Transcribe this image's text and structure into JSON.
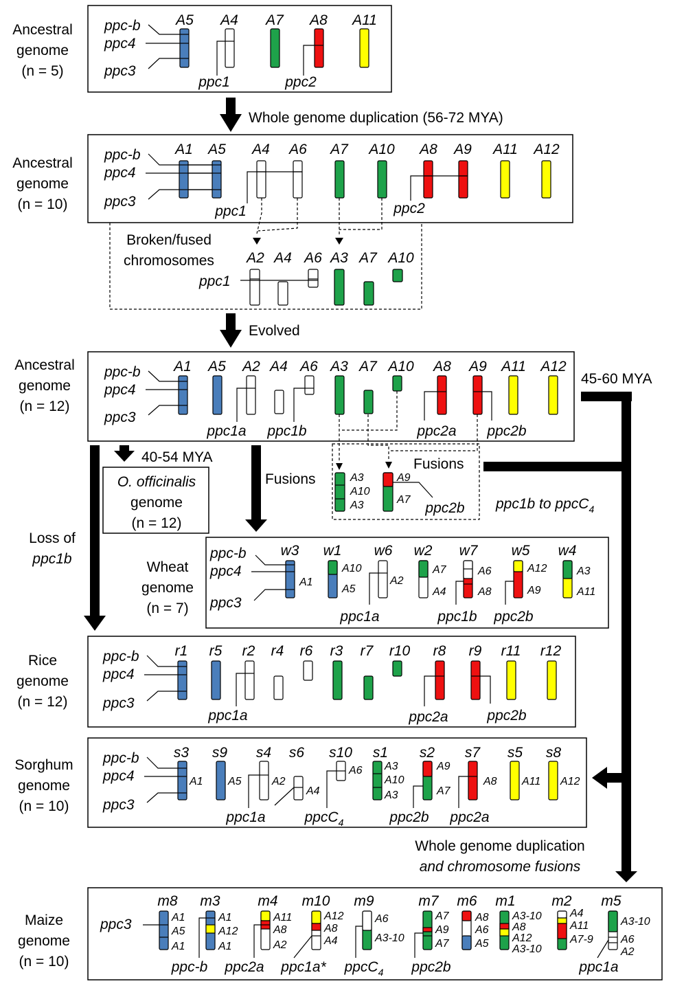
{
  "colors": {
    "blue": "#4a7ebb",
    "green": "#1ea24a",
    "red": "#ee1111",
    "yellow": "#ffff00",
    "white": "#ffffff"
  },
  "labels": {
    "stage1": [
      "Ancestral",
      "genome",
      "(n = 5)"
    ],
    "stage2": [
      "Ancestral",
      "genome",
      "(n = 10)"
    ],
    "stage3": [
      "Ancestral",
      "genome",
      "(n = 12)"
    ],
    "wgd1": "Whole genome duplication (56-72 MYA)",
    "broken": [
      "Broken/fused",
      "chromosomes"
    ],
    "evolved": "Evolved",
    "mya4560": "45-60 MYA",
    "mya4054": "40-54 MYA",
    "oofficinalis": [
      "O. officinalis",
      "genome",
      "(n = 12)"
    ],
    "fusions_left": "Fusions",
    "fusions_right": "Fusions",
    "ppc1b_to": "ppc1b to ppcC",
    "ppc1b_to_sub": "4",
    "loss": [
      "Loss of",
      "ppc1b"
    ],
    "wheat": [
      "Wheat",
      "genome",
      "(n = 7)"
    ],
    "rice": [
      "Rice",
      "genome",
      "(n = 12)"
    ],
    "sorghum": [
      "Sorghum",
      "genome",
      "(n = 10)"
    ],
    "maize": [
      "Maize",
      "genome",
      "(n = 10)"
    ],
    "wgd2": [
      "Whole genome duplication",
      "and chromosome fusions"
    ]
  },
  "genes": {
    "ppcb": "ppc-b",
    "ppc4": "ppc4",
    "ppc3": "ppc3",
    "ppc1": "ppc1",
    "ppc2": "ppc2",
    "ppc1a": "ppc1a",
    "ppc1b": "ppc1b",
    "ppc2a": "ppc2a",
    "ppc2b": "ppc2b",
    "ppcC": "ppcC",
    "ppcC_sub": "4",
    "ppc1astar": "ppc1a*"
  },
  "chroms": {
    "s1": [
      "A5",
      "A4",
      "A7",
      "A8",
      "A11"
    ],
    "s2": [
      "A1",
      "A5",
      "A4",
      "A6",
      "A7",
      "A10",
      "A8",
      "A9",
      "A11",
      "A12"
    ],
    "broken": [
      "A2",
      "A4",
      "A6",
      "A3",
      "A7",
      "A10"
    ],
    "s3": [
      "A1",
      "A5",
      "A2",
      "A4",
      "A6",
      "A3",
      "A7",
      "A10",
      "A8",
      "A9",
      "A11",
      "A12"
    ],
    "fusion": [
      "A3",
      "A10",
      "A3",
      "A9",
      "A7"
    ],
    "wheat": [
      "w3",
      "w1",
      "w6",
      "w2",
      "w7",
      "w5",
      "w4"
    ],
    "wheat_sub": [
      "A1",
      "A10",
      "A5",
      "A2",
      "A7",
      "A4",
      "A6",
      "A8",
      "A12",
      "A9",
      "A3",
      "A11"
    ],
    "rice": [
      "r1",
      "r5",
      "r2",
      "r4",
      "r6",
      "r3",
      "r7",
      "r10",
      "r8",
      "r9",
      "r11",
      "r12"
    ],
    "sorghum": [
      "s3",
      "s9",
      "s4",
      "s6",
      "s10",
      "s1",
      "s2",
      "s7",
      "s5",
      "s8"
    ],
    "sorghum_sub": [
      "A1",
      "A5",
      "A2",
      "A4",
      "A6",
      "A3",
      "A10",
      "A3",
      "A9",
      "A7",
      "A8",
      "A11",
      "A12"
    ],
    "maize": [
      "m8",
      "m3",
      "m4",
      "m10",
      "m9",
      "m7",
      "m6",
      "m1",
      "m2",
      "m5"
    ],
    "maize_sub": {
      "m8": [
        "A1",
        "A5",
        "A1"
      ],
      "m3": [
        "A1",
        "A12",
        "A1"
      ],
      "m4": [
        "A11",
        "A8",
        "A2"
      ],
      "m10": [
        "A12",
        "A8",
        "A4"
      ],
      "m9": [
        "A6",
        "A3-10"
      ],
      "m7": [
        "A7",
        "A9",
        "A7"
      ],
      "m6": [
        "A8",
        "A6",
        "A5"
      ],
      "m1": [
        "A3-10",
        "A8",
        "A12",
        "A3-10"
      ],
      "m2": [
        "A4",
        "A11",
        "A7-9"
      ],
      "m5": [
        "A3-10",
        "A6",
        "A2"
      ]
    }
  }
}
